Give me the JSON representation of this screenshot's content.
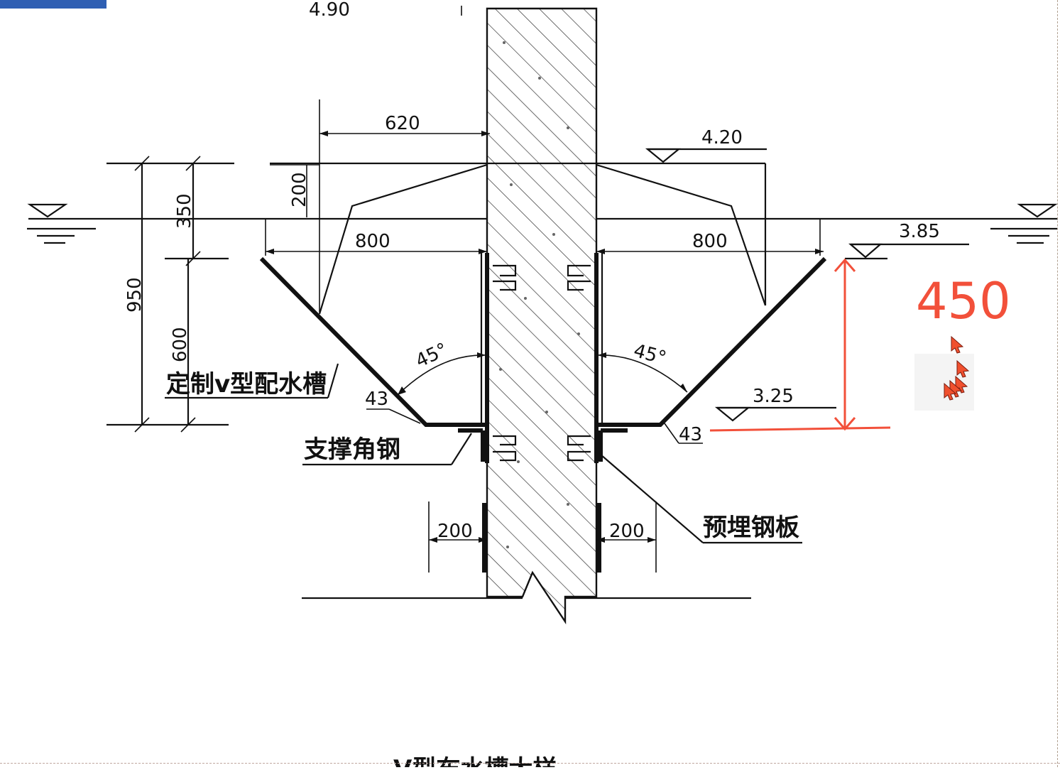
{
  "drawing": {
    "top_elevation_cut": "4.90",
    "dims": {
      "top_width": "620",
      "left_overflow": "800",
      "right_overflow": "800",
      "height_200": "200",
      "height_350": "350",
      "height_950": "950",
      "height_600": "600",
      "bottom_left_200": "200",
      "bottom_right_200": "200",
      "left_43": "43",
      "right_43": "43"
    },
    "elevations": {
      "upper": "4.20",
      "water": "3.85",
      "lower": "3.25"
    },
    "angles": {
      "left": "45°",
      "right": "45°"
    },
    "labels": {
      "trough": "定制v型配水槽",
      "angle_steel": "支撑角钢",
      "embedded_plate": "预埋钢板"
    },
    "caption_partial": "V型布水槽大样"
  },
  "annotation": {
    "handwritten": "450",
    "color": "#f2503a"
  },
  "icons": [
    "water-level-symbol",
    "elevation-triangle",
    "cursor-icon"
  ]
}
